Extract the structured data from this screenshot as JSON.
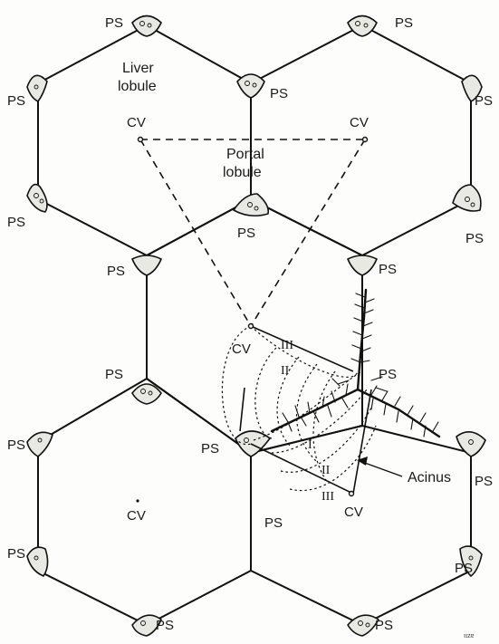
{
  "labels": {
    "portal_space": "PS",
    "central_vein": "CV",
    "liver_lobule_line1": "Liver",
    "liver_lobule_line2": "lobule",
    "portal_lobule_line1": "Portal",
    "portal_lobule_line2": "lobule",
    "acinus": "Acinus",
    "zone_1": "I",
    "zone_2": "II",
    "zone_3": "III",
    "signature": "ɩɩzɐ"
  },
  "icons": {
    "portal_space": "portal-space-triangle",
    "central_vein": "central-vein-dot",
    "acinus_arrow": "arrow-icon"
  },
  "colors": {
    "line": "#111111",
    "portal_fill": "#e9e9e3",
    "background": "#fdfdfb"
  }
}
